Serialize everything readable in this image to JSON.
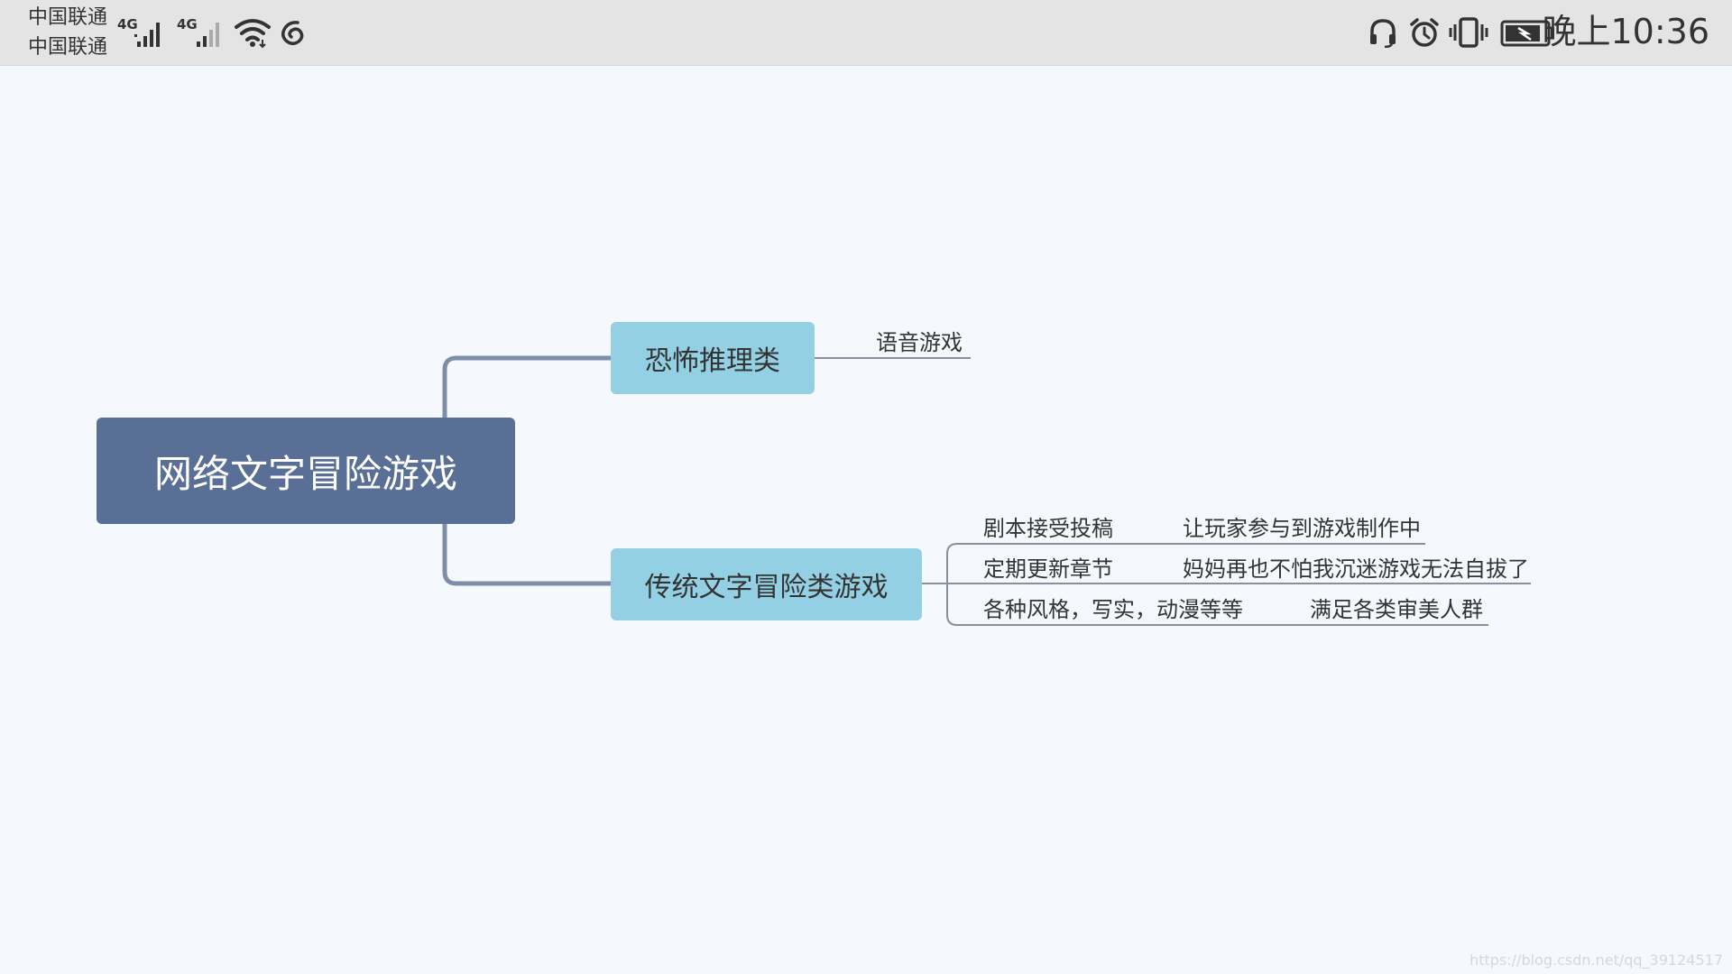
{
  "status_bar": {
    "carrier_1": "中国联通",
    "carrier_2": "中国联通",
    "network_1": "4G",
    "network_2": "4G",
    "icons": [
      "signal-icon",
      "signal-icon",
      "wifi-icon",
      "netease-music-icon",
      "headphones-icon",
      "alarm-icon",
      "vibrate-icon",
      "battery-charging-icon"
    ],
    "time": "晚上10:36"
  },
  "mindmap": {
    "root": "网络文字冒险游戏",
    "topics": [
      {
        "label": "恐怖推理类",
        "children": [
          {
            "label": "语音游戏"
          }
        ]
      },
      {
        "label": "传统文字冒险类游戏",
        "children": [
          {
            "label": "剧本接受投稿",
            "note": "让玩家参与到游戏制作中"
          },
          {
            "label": "定期更新章节",
            "note": "妈妈再也不怕我沉迷游戏无法自拔了"
          },
          {
            "label": "各种风格，写实，动漫等等",
            "note": "满足各类审美人群"
          }
        ]
      }
    ],
    "colors": {
      "background": "#f5f9fd",
      "root_fill": "#5a6f95",
      "topic_fill": "#94d0e3",
      "branch_line": "#7f8ea8",
      "leaf_line": "#8a8fa0"
    }
  },
  "watermark": "https://blog.csdn.net/qq_39124517"
}
